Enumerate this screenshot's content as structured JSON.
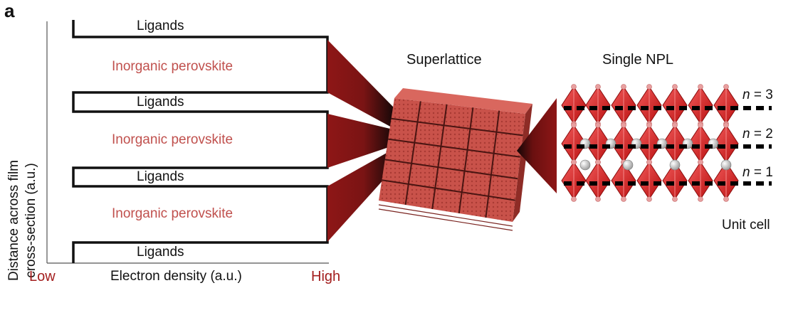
{
  "panel_label": "a",
  "profile": {
    "ligand_label": "Ligands",
    "perovskite_label": "Inorganic perovskite",
    "y_axis_title_line1": "Distance across film",
    "y_axis_title_line2": "cross-section (a.u.)",
    "x_axis_title": "Electron density (a.u.)",
    "x_low": "Low",
    "x_high": "High"
  },
  "superlattice": {
    "title": "Superlattice"
  },
  "npl": {
    "title": "Single NPL",
    "layers": [
      "n = 3",
      "n = 2",
      "n = 1"
    ],
    "unit_cell_label": "Unit cell"
  },
  "colors": {
    "perovskite_text": "#c0504d",
    "axis_end_text": "#a31d1d",
    "octahedron": "#d42020",
    "cube_face": "#c9524a"
  }
}
